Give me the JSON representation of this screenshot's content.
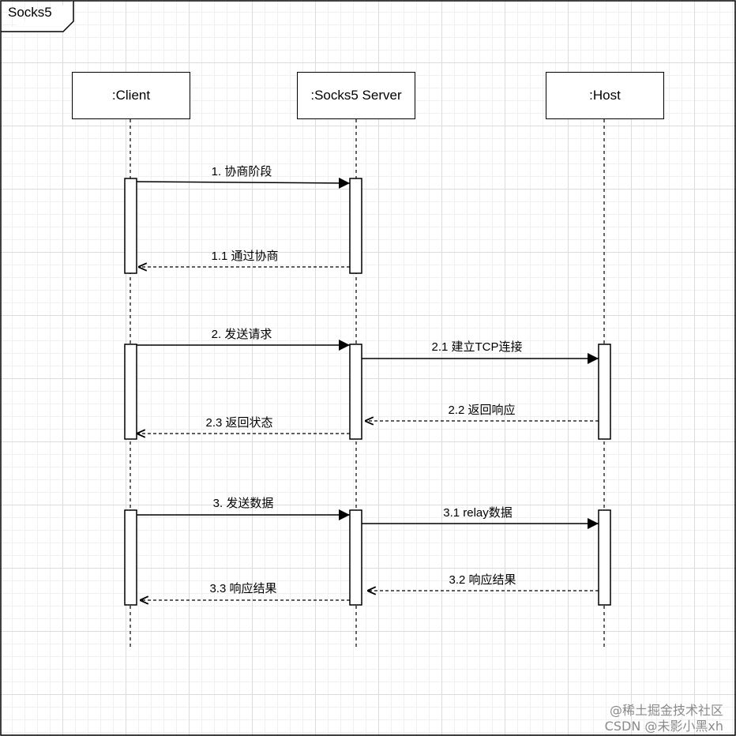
{
  "frame": {
    "label": "Socks5"
  },
  "participants": [
    {
      "id": "client",
      "label": ":Client"
    },
    {
      "id": "server",
      "label": ":Socks5 Server"
    },
    {
      "id": "host",
      "label": ":Host"
    }
  ],
  "messages": [
    {
      "id": "m1",
      "label": "1. 协商阶段",
      "from": "client",
      "to": "server",
      "style": "solid"
    },
    {
      "id": "m1_1",
      "label": "1.1 通过协商",
      "from": "server",
      "to": "client",
      "style": "dashed"
    },
    {
      "id": "m2",
      "label": "2. 发送请求",
      "from": "client",
      "to": "server",
      "style": "solid"
    },
    {
      "id": "m2_1",
      "label": "2.1 建立TCP连接",
      "from": "server",
      "to": "host",
      "style": "solid"
    },
    {
      "id": "m2_2",
      "label": "2.2 返回响应",
      "from": "host",
      "to": "server",
      "style": "dashed"
    },
    {
      "id": "m2_3",
      "label": "2.3 返回状态",
      "from": "server",
      "to": "client",
      "style": "dashed"
    },
    {
      "id": "m3",
      "label": "3. 发送数据",
      "from": "client",
      "to": "server",
      "style": "solid"
    },
    {
      "id": "m3_1",
      "label": "3.1 relay数据",
      "from": "server",
      "to": "host",
      "style": "solid"
    },
    {
      "id": "m3_2",
      "label": "3.2 响应结果",
      "from": "host",
      "to": "server",
      "style": "dashed"
    },
    {
      "id": "m3_3",
      "label": "3.3 响应结果",
      "from": "server",
      "to": "client",
      "style": "dashed"
    }
  ],
  "watermark": {
    "line1": "@稀土掘金技术社区",
    "line2": "CSDN @未影小黑xh"
  }
}
